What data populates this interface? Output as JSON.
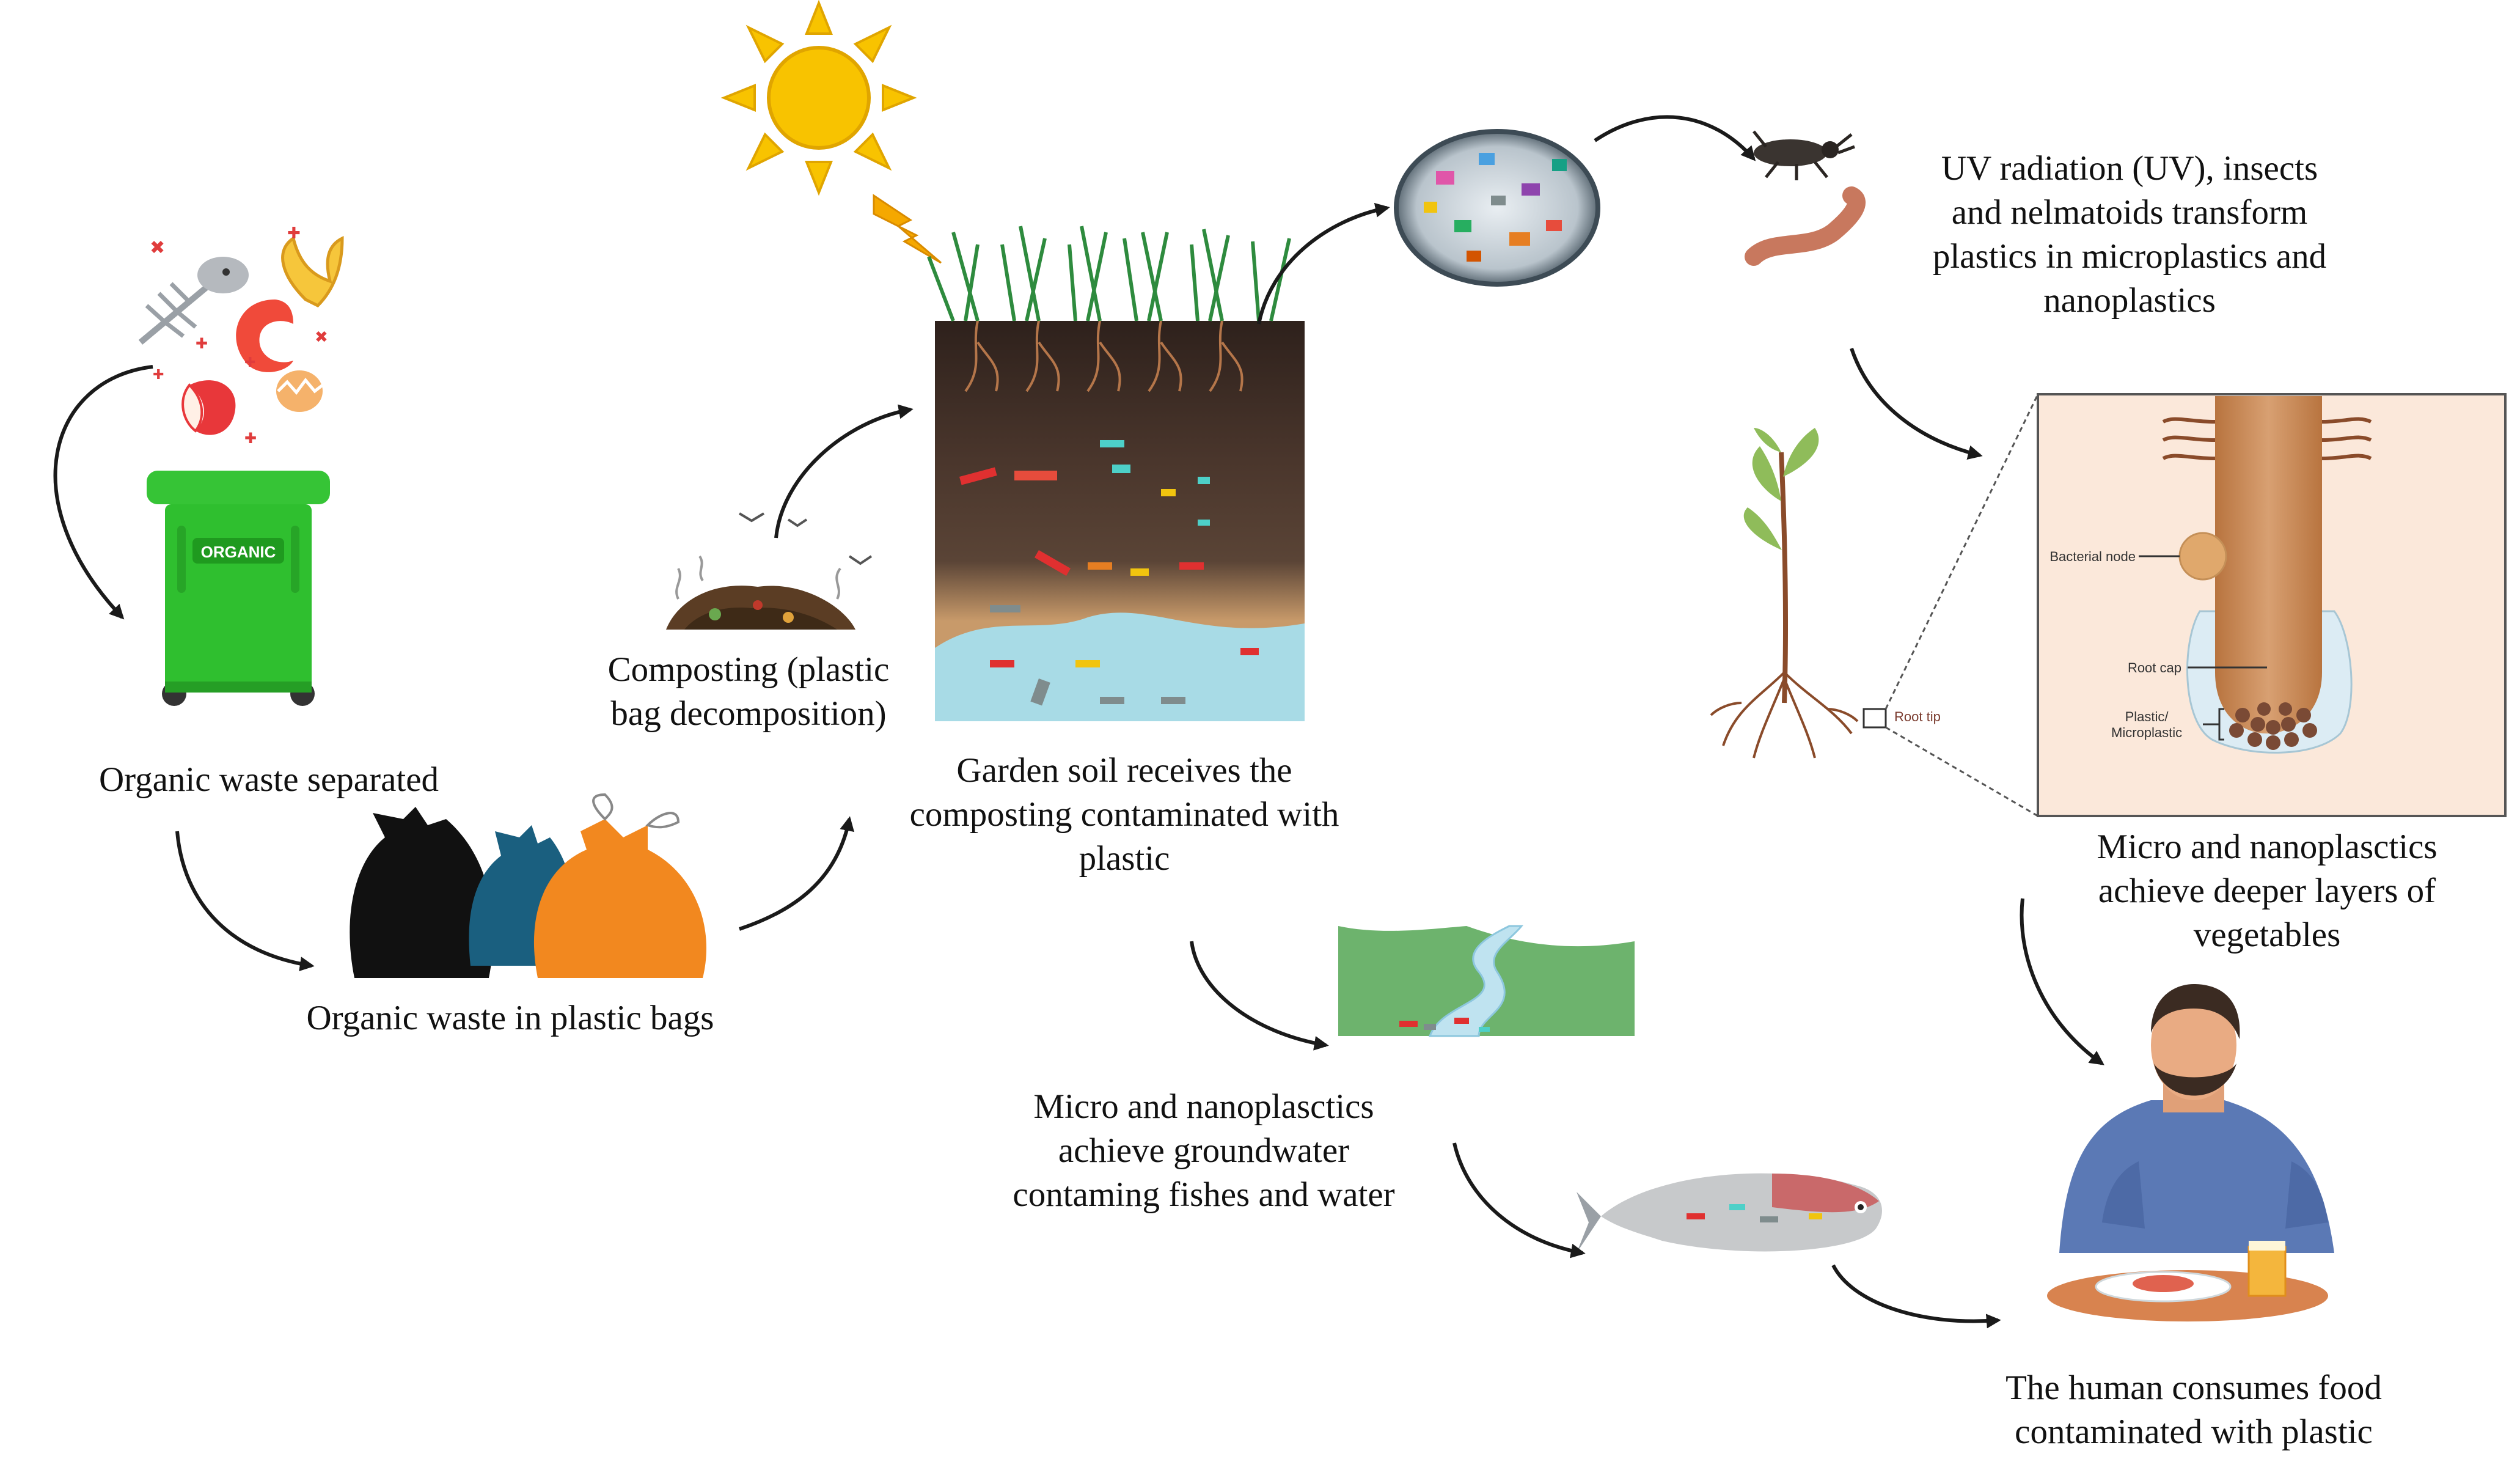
{
  "labels": {
    "organic_separated": "Organic waste separated",
    "organic_bags": "Organic waste in plastic bags",
    "composting": "Composting (plastic\nbag decomposition)",
    "garden_soil": "Garden soil receives the\ncomposting contaminated with\nplastic",
    "uv_insects": "UV radiation (UV), insects\nand nelmatoids transform\nplastics in microplastics and\nnanoplastics",
    "deeper_layers": "Micro and nanoplasctics\nachieve deeper layers of\nvegetables",
    "groundwater": "Micro and nanoplasctics\nachieve groundwater\ncontaming fishes and water",
    "human": "The human consumes food\ncontaminated with plastic"
  },
  "bin_label": "ORGANIC",
  "root_inset": {
    "bacterial_node": "Bacterial node",
    "root_cap": "Root cap",
    "plastic_microplastic": "Plastic/\nMicroplastic",
    "root_tip": "Root tip"
  },
  "colors": {
    "arrow": "#1a1a1a",
    "bin_green": "#2fbf2f",
    "sun": "#f5b800",
    "soil_dark": "#3a2a22",
    "soil_sand": "#c89a6a",
    "water": "#a8dbe6",
    "river_green": "#6db36d",
    "root_brown": "#c9895a",
    "inset_bg": "#fbe8da"
  }
}
